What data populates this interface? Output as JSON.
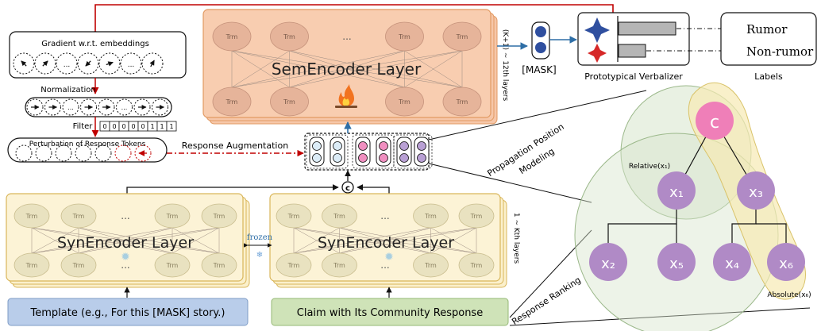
{
  "gradient": {
    "label": "Gradient w.r.t. embeddings",
    "normalization": "Normalization",
    "filter": "Filter",
    "filter_bits": [
      "0",
      "0",
      "0",
      "0",
      "0",
      "1",
      "1",
      "1"
    ],
    "perturbation": "Perturbation of Response Tokens"
  },
  "response_augmentation": "Response Augmentation",
  "sem_encoder": {
    "title": "SemEncoder Layer",
    "layers": "(K+1) ~ 12th layers",
    "trm": "Trm",
    "dots": "..."
  },
  "syn_encoder": {
    "title": "SynEncoder Layer",
    "layers": "1 ~ Kth layers",
    "trm": "Trm",
    "dots": "...",
    "frozen": "frozen"
  },
  "concat_symbol": "c",
  "mask_token": "[MASK]",
  "verbalizer": {
    "label": "Prototypical Verbalizer"
  },
  "labels": {
    "title": "Labels",
    "items": [
      "Rumor",
      "Non-rumor"
    ]
  },
  "inputs": {
    "template": "Template (e.g., For this [MASK] story.)",
    "claim": "Claim with Its Community Response"
  },
  "tree": {
    "propagation": [
      "Propagation Position",
      "Modeling"
    ],
    "relative": "Relative(x₁)",
    "absolute": "Absolute(x₆)",
    "response_ranking": "Response Ranking",
    "nodes": {
      "c": "c",
      "x1": "x₁",
      "x2": "x₂",
      "x3": "x₃",
      "x4": "x₄",
      "x5": "x₅",
      "x6": "x₆"
    }
  },
  "colors": {
    "sem_fill": "#f6c7a9",
    "syn_fill": "#fbf0cc",
    "template_fill": "#b9cdea",
    "claim_fill": "#cfe3b8",
    "tree_node": "#b08ac6",
    "root_node": "#ef7fb8",
    "red_arrow": "#c00000",
    "blue_arrow": "#2e6ea6"
  }
}
